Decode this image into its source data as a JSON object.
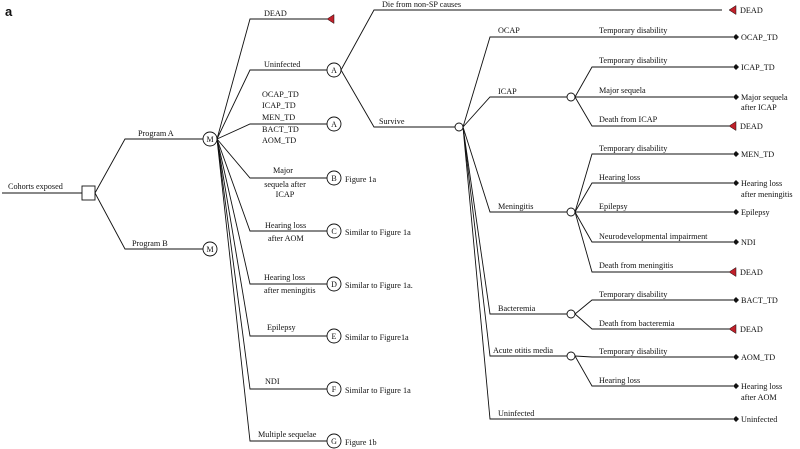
{
  "panel_label": "a",
  "colors": {
    "line": "#111111",
    "terminal_dead": "#c0202a",
    "terminal_other": "#111111"
  },
  "root": {
    "label": "Cohorts exposed"
  },
  "programs": {
    "a": "Program A",
    "b": "Program B"
  },
  "chance_node_letters": {
    "main": "M",
    "a": "A",
    "b": "B",
    "c": "C",
    "d": "D",
    "e": "E",
    "f": "F",
    "g": "G"
  },
  "branches": {
    "dead": "DEAD",
    "uninfected": "Uninfected",
    "temporary_disability_list": [
      "OCAP_TD",
      "ICAP_TD",
      "MEN_TD",
      "BACT_TD",
      "AOM_TD"
    ],
    "major_sequela": [
      "Major",
      "sequela after",
      "ICAP"
    ],
    "hearing_loss_aom": [
      "Hearing loss",
      "after AOM"
    ],
    "hearing_loss_men": [
      "Hearing loss",
      "after meningitis"
    ],
    "epilepsy": "Epilepsy",
    "ndi": "NDI",
    "multiple_sequelae": "Multiple sequelae"
  },
  "references": {
    "b": "Figure 1a",
    "c": "Similar  to Figure 1a",
    "d": "Similar  to Figure 1a.",
    "e": "Similar  to Figure1a",
    "f": "Similar  to Figure 1a",
    "g": "Figure 1b"
  },
  "subtree_a": {
    "die_non_sp": "Die from non-SP causes",
    "survive": "Survive",
    "diseases": {
      "ocap": "OCAP",
      "icap": "ICAP",
      "meningitis": "Meningitis",
      "bacteremia": "Bacteremia",
      "aom": "Acute otitis media",
      "uninfected": "Uninfected"
    },
    "outcomes": {
      "temporary_disability": "Temporary  disability",
      "major_sequela": "Major  sequela",
      "death_icap": "Death from  ICAP",
      "hearing_loss": "Hearing loss",
      "epilepsy": "Epilepsy",
      "ndi_long": "Neurodevelopmental impairment",
      "death_meningitis": "Death from  meningitis",
      "death_bacteremia": "Death from  bacteremia"
    },
    "terminals": {
      "dead": "DEAD",
      "ocap_td": "OCAP_TD",
      "icap_td": "ICAP_TD",
      "major_sequela": [
        "Major sequela",
        "after ICAP"
      ],
      "men_td": "MEN_TD",
      "hearing_loss_men": [
        "Hearing loss",
        "after meningitis"
      ],
      "epilepsy": "Epilepsy",
      "ndi": "NDI",
      "bact_td": "BACT_TD",
      "aom_td": "AOM_TD",
      "hearing_loss_aom": [
        "Hearing loss",
        "after AOM"
      ],
      "uninfected": "Uninfected"
    }
  }
}
